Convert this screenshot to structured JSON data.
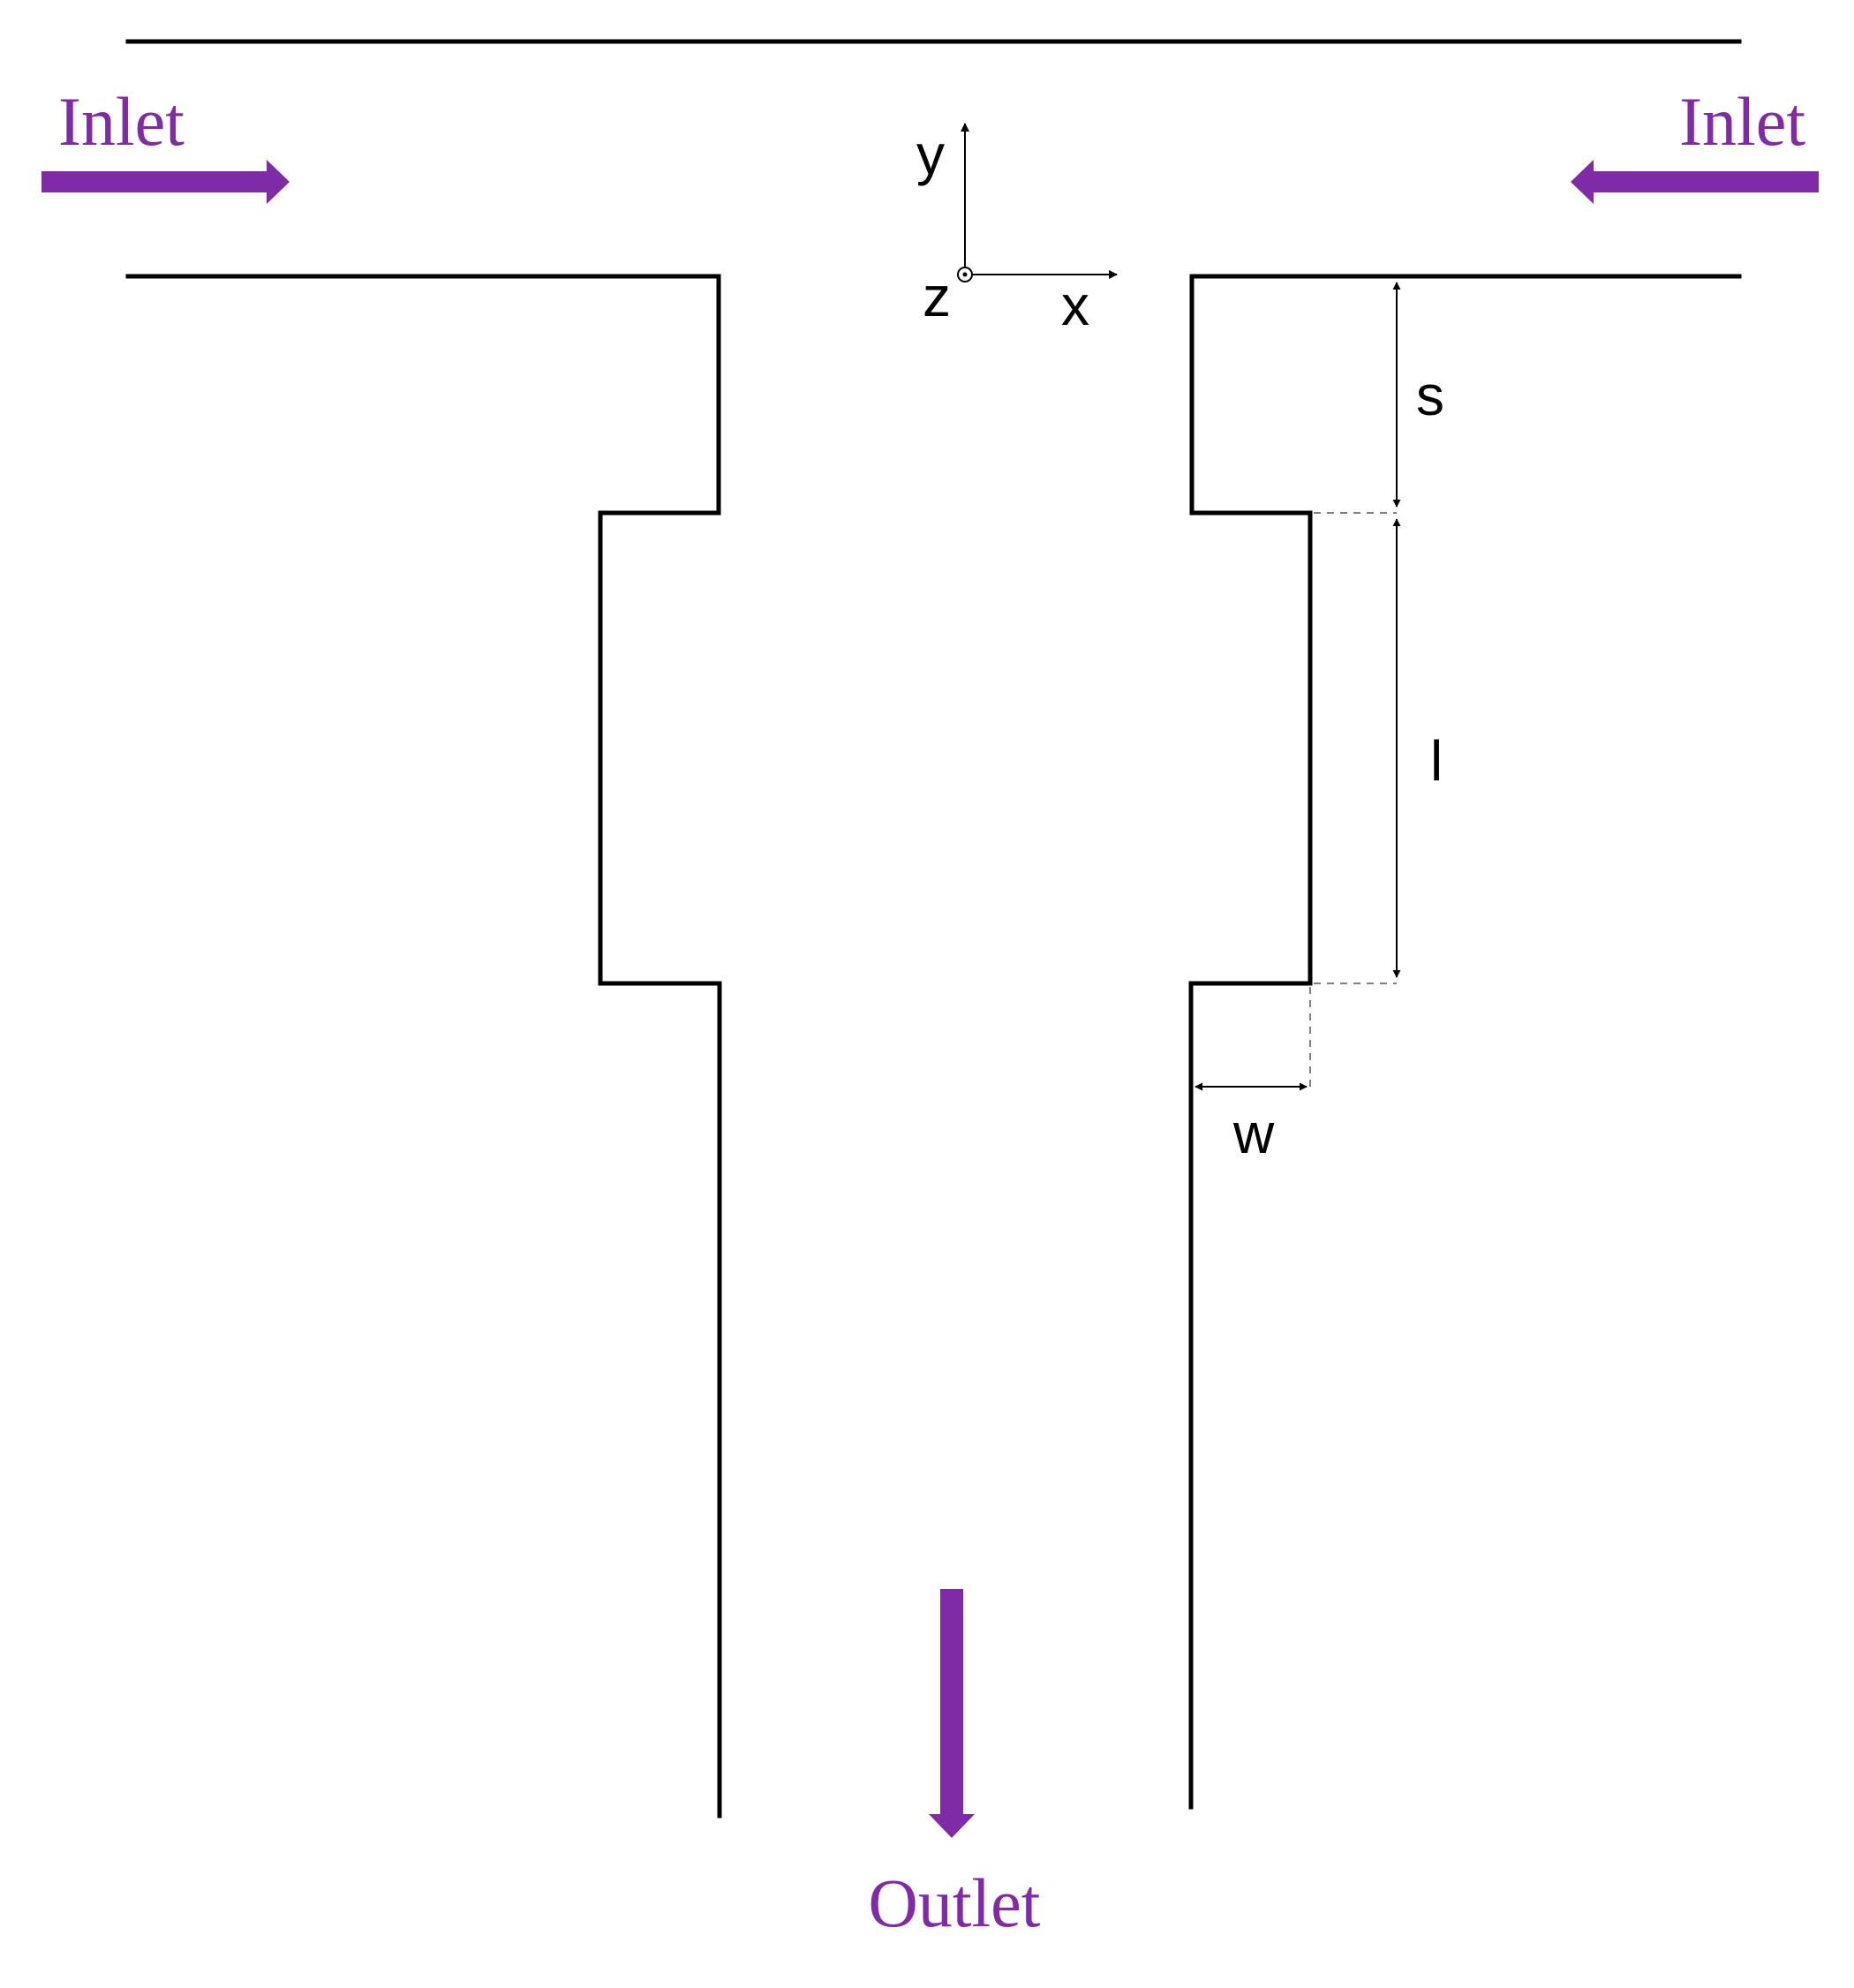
{
  "colors": {
    "flow": "#7f2aa6",
    "wall": "#000000",
    "dimension": "#808080"
  },
  "labels": {
    "inlet_left": "Inlet",
    "inlet_right": "Inlet",
    "outlet": "Outlet"
  },
  "axes": {
    "x": "x",
    "y": "y",
    "z": "z"
  },
  "dimensions": {
    "s": "s",
    "l": "l",
    "w": "w"
  }
}
